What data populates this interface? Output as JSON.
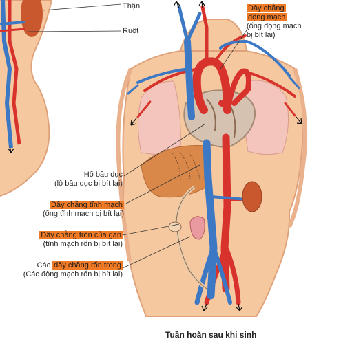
{
  "colors": {
    "skin": "#f6c8a0",
    "skin_dark": "#e8a57c",
    "artery": "#d8322c",
    "vein": "#3c78c4",
    "lung": "#f4c5bc",
    "heart": "#d6c2b0",
    "liver": "#d9884a",
    "kidney": "#c9582e",
    "highlight": "#f07a25",
    "line": "#333333"
  },
  "labels": {
    "than": "Thận",
    "ruot": "Ruột",
    "arterial_ligament_title_1": "Dây chằng",
    "arterial_ligament_title_2": "động mạch",
    "arterial_ligament_sub_1": "(ống động mạch",
    "arterial_ligament_sub_2": "bị bít lại)",
    "fossa_title": "Hố bầu dục",
    "fossa_sub": "(lỗ bầu dục bị bít lại)",
    "venous_ligament_title": "Dây chằng tĩnh mạch",
    "venous_ligament_sub": "(ống tĩnh mạch bị bít lại)",
    "round_ligament_title": "Dây chằng tròn của gan",
    "round_ligament_sub": "(tĩnh mạch rốn bị bít lại)",
    "umbilical_prefix": "Các ",
    "umbilical_title": "dây chằng rốn trong",
    "umbilical_sub": "(Các động mạch rốn bị bít lại)"
  },
  "caption": "Tuần hoàn sau khi sinh"
}
